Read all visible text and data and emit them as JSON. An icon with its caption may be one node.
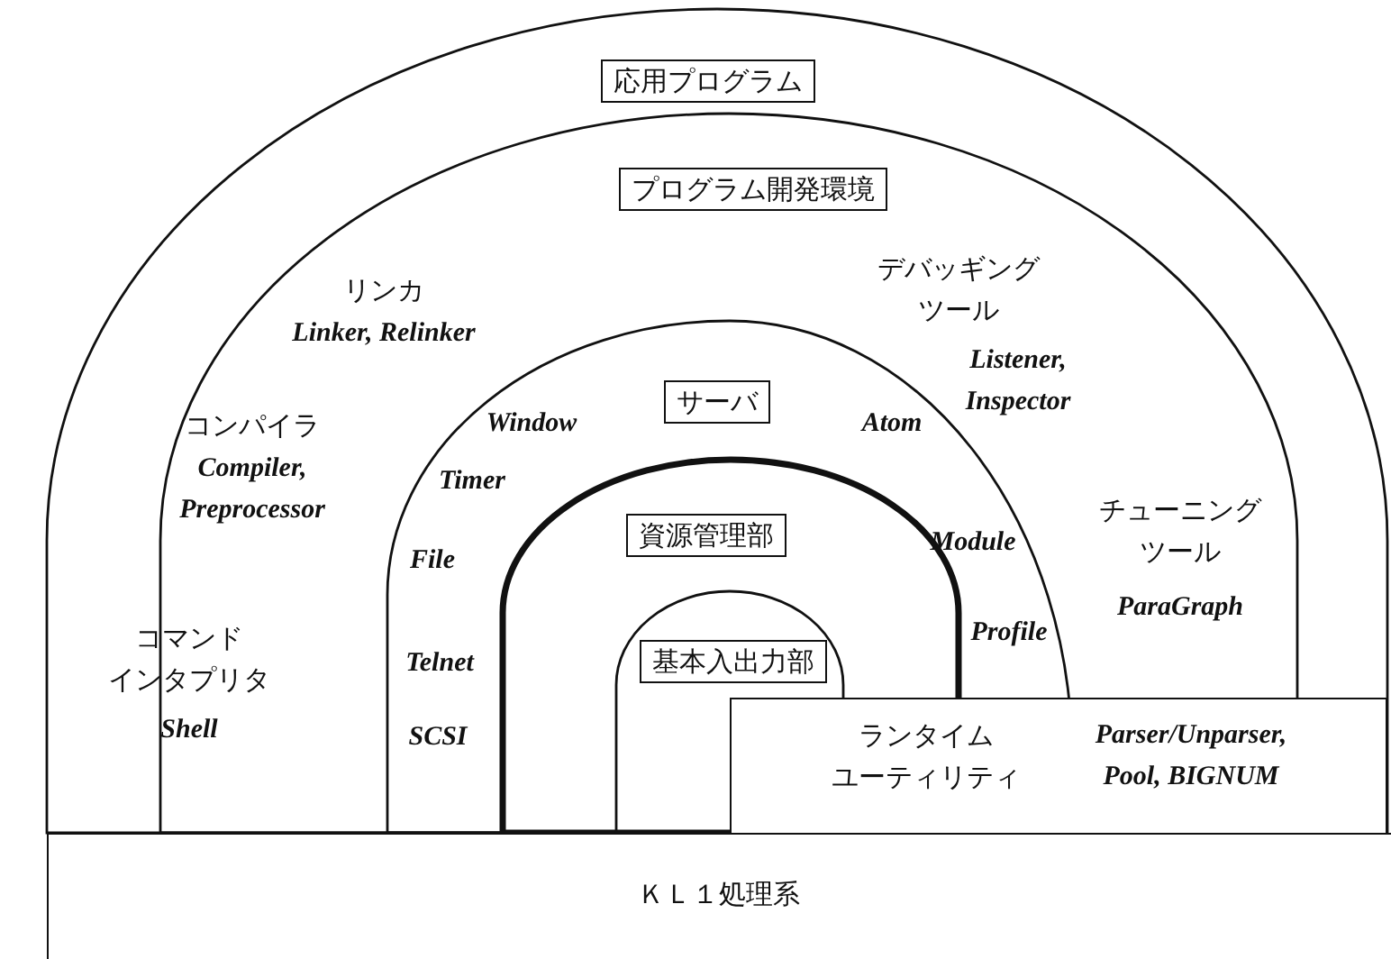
{
  "diagram": {
    "nodes": [
      {
        "text": [
          "応用プログラム"
        ]
      },
      {
        "text": [
          "プログラム開発環境",
          "リンカ",
          "Linker, Relinker",
          "デバッギングツール",
          "Listener, Inspector",
          "コンパイラ",
          "Compiler, Preprocessor",
          "チューニングツール",
          "ParaGraph",
          "コマンドインタプリタ",
          "Shell"
        ],
        "in": 0
      },
      {
        "text": [
          "サーバ",
          "Window",
          "Atom",
          "Timer",
          "Module",
          "File",
          "Profile",
          "Telnet",
          "SCSI"
        ],
        "in": 1
      },
      {
        "text": [
          "資源管理部"
        ],
        "in": 2
      },
      {
        "text": [
          "基本入出力部"
        ],
        "in": 3
      },
      {
        "text": [
          "ランタイムユーティリティ",
          "Parser/Unparser, Pool, BIGNUM"
        ],
        "in": 0
      },
      {
        "text": [
          "ＫＬ１処理系"
        ]
      }
    ]
  }
}
